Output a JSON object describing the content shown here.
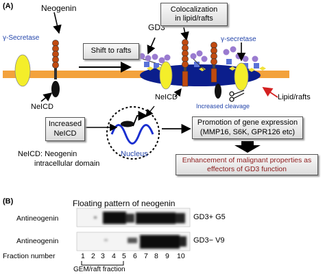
{
  "panel_a": {
    "label": "(A)",
    "neogenin": "Neogenin",
    "gamma_secretase_left": "γ-Secretase",
    "gd3": "GD3",
    "shift_to_rafts": "Shift to rafts",
    "colocalization_line1": "Colocalization",
    "colocalization_line2": "in lipid/rafts",
    "gamma_secretase_right": "γ-secretase",
    "neicd_left": "NeICD",
    "neicd_right": "NeICD",
    "increased_cleavage": "Increased cleavage",
    "lipid_rafts": "Lipid/rafts",
    "increased_neicd_line1": "Increased",
    "increased_neicd_line2": "NeICD",
    "nucleus": "Nucleus",
    "promotion_line1": "Promotion of gene expression",
    "promotion_line2": "(MMP16, S6K, GPR126 etc)",
    "definition_line1": "NeICD: Neogenin",
    "definition_line2": "intracellular domain",
    "enhancement_line1": "Enhancement of malignant properties as",
    "enhancement_line2": "effectors of GD3 function"
  },
  "panel_b": {
    "label": "(B)",
    "title": "Floating pattern of neogenin",
    "lanes": [
      {
        "row_label": "Antineogenin",
        "cell_line": "GD3+ G5"
      },
      {
        "row_label": "Antineogenin",
        "cell_line": "GD3− V9"
      }
    ],
    "fraction_number_label": "Fraction number",
    "fractions": [
      "1",
      "2",
      "3",
      "4",
      "5",
      "6",
      "7",
      "8",
      "9",
      "10"
    ],
    "gem_raft_label": "GEM/raft fraction"
  },
  "colors": {
    "membrane": "#f3a23c",
    "raft": "#0b1e8c",
    "neogenin_bead": "#c04a10",
    "secretase": "#f4ee2a",
    "gd3_sugar_purple": "#9a7bd0",
    "gd3_sugar_blue": "#5a72d8",
    "gd3_sugar_yellow": "#f2e23a",
    "blue_text": "#2244aa",
    "dark_red_text": "#8b1a1a",
    "arrow_red": "#d42020",
    "nucleus_dna": "#1a2fd0"
  }
}
